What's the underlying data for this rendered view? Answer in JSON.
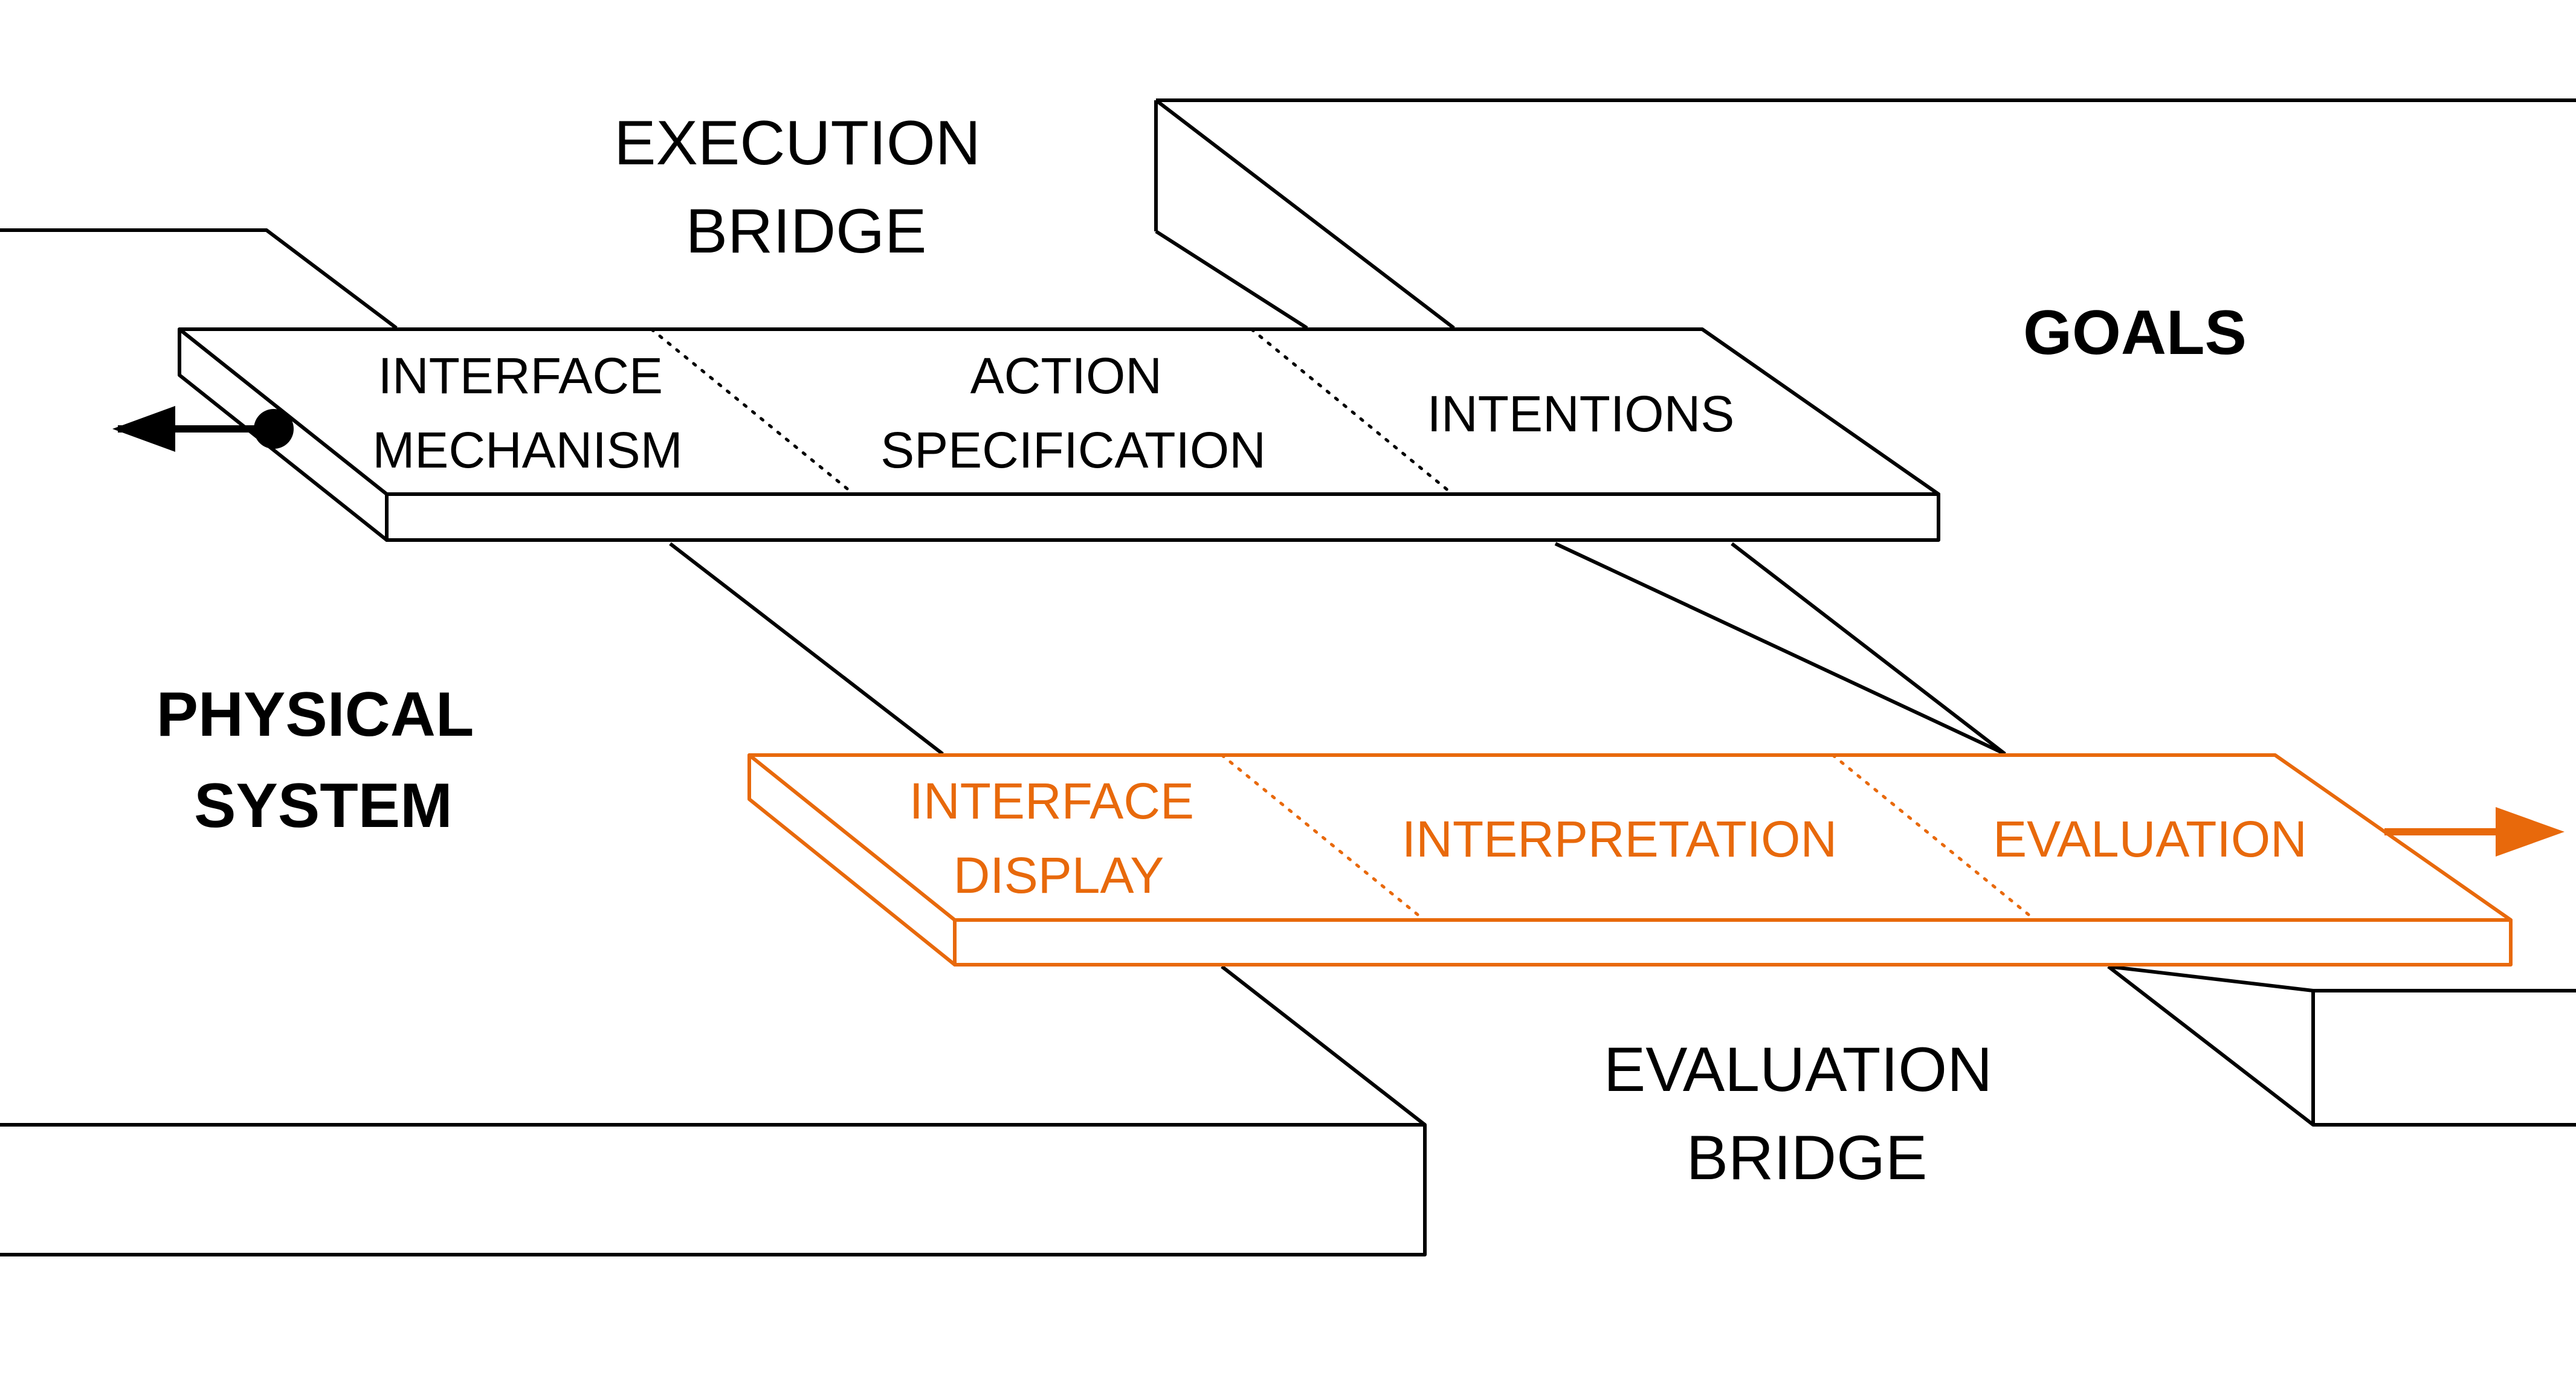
{
  "colors": {
    "background": "#ffffff",
    "ink": "#000000",
    "evaluation_accent": "#e8690b"
  },
  "labels": {
    "execution_bridge": [
      "EXECUTION",
      "BRIDGE"
    ],
    "evaluation_bridge": [
      "EVALUATION",
      "BRIDGE"
    ],
    "goals": "GOALS",
    "physical_system": [
      "PHYSICAL",
      "SYSTEM"
    ]
  },
  "execution_plank": {
    "segments": [
      [
        "INTERFACE",
        "MECHANISM"
      ],
      [
        "ACTION",
        "SPECIFICATION"
      ],
      [
        "INTENTIONS"
      ]
    ],
    "arrow_direction": "left"
  },
  "evaluation_plank": {
    "segments": [
      [
        "INTERFACE",
        "DISPLAY"
      ],
      [
        "INTERPRETATION"
      ],
      [
        "EVALUATION"
      ]
    ],
    "arrow_direction": "right"
  }
}
